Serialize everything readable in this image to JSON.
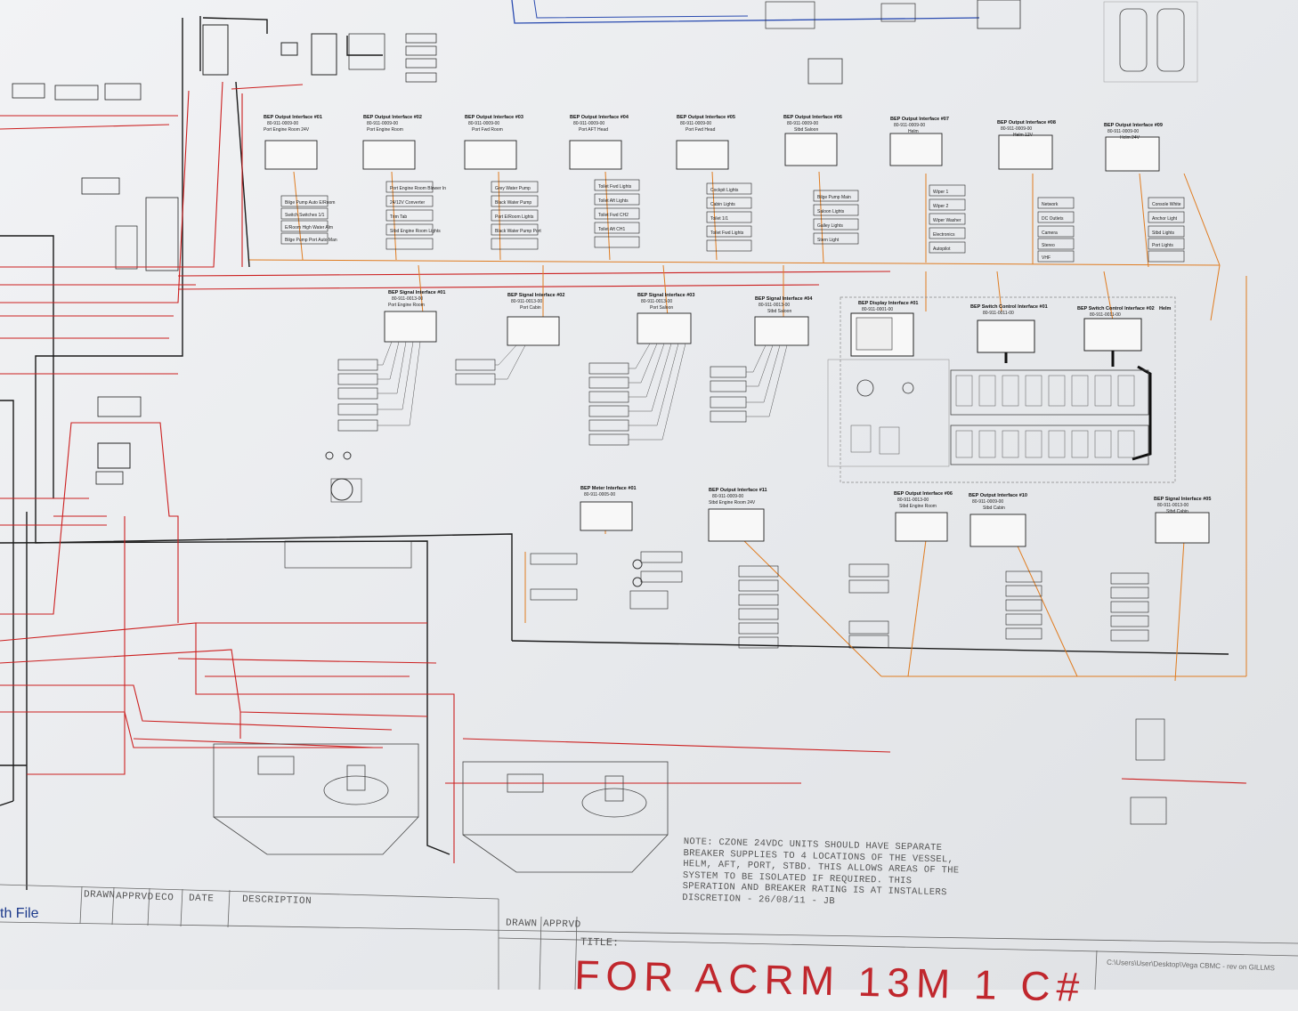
{
  "diagram": {
    "output_interfaces_top": [
      {
        "title": "BEP Output Interface #01",
        "part": "80-911-0009-00",
        "location": "Port Engine Room 24V",
        "rows": [
          "Bilge Pump Auto E/Room",
          "Switch Switches 1/1",
          "E/Room High Water Alm",
          "Bilge Pump Port Auto Man"
        ]
      },
      {
        "title": "BEP Output Interface #02",
        "part": "80-911-0009-00",
        "location": "Port Engine Room",
        "rows": [
          "Port Engine Room Blower In",
          "24/12V Converter",
          "Trim Tab",
          "Stbd Engine Room Lights"
        ]
      },
      {
        "title": "BEP Output Interface #03",
        "part": "80-911-0009-00",
        "location": "Port Fwd Room",
        "rows": [
          "Grey Water Pump",
          "Black Water Pump",
          "Port E/Room Lights",
          "Black Water Pump Port"
        ]
      },
      {
        "title": "BEP Output Interface #04",
        "part": "80-911-0009-00",
        "location": "Port AFT Head",
        "rows": [
          "Toilet Fwd Lights",
          "Toilet Aft Lights",
          "Toilet Fwd CH2",
          "Toilet Aft CH1"
        ]
      },
      {
        "title": "BEP Output Interface #05",
        "part": "80-911-0009-00",
        "location": "Port Fwd Head",
        "rows": [
          "Cockpit Lights",
          "Cabin Lights",
          "Toilet 1/1",
          "Toilet Fwd Lights"
        ]
      },
      {
        "title": "BEP Output Interface #06",
        "part": "80-911-0009-00",
        "location": "Stbd Saloon",
        "rows": [
          "Bilge Pump Main",
          "Saloon Lights",
          "Galley Lights",
          "Stern Light"
        ]
      },
      {
        "title": "BEP Output Interface #07",
        "part": "80-911-0009-00",
        "location": "Helm",
        "rows": [
          "Wiper 1",
          "Wiper 2",
          "Wiper Washer",
          "Electronics",
          "Autopilot"
        ]
      },
      {
        "title": "BEP Output Interface #08",
        "part": "80-911-0009-00",
        "location": "Helm 12V",
        "rows": [
          "Network",
          "DC Outlets",
          "Camera",
          "Stereo",
          "VHF"
        ]
      },
      {
        "title": "BEP Output Interface #09",
        "part": "80-911-0009-00",
        "location": "Helm 24V",
        "rows": [
          "Console White",
          "Anchor Light",
          "Stbd Lights",
          "Port Lights"
        ]
      }
    ],
    "signal_interfaces": [
      {
        "title": "BEP Signal Interface #01",
        "part": "80-911-0013-00",
        "location": "Port Engine Room"
      },
      {
        "title": "BEP Signal Interface #02",
        "part": "80-911-0013-00",
        "location": "Port Cabin"
      },
      {
        "title": "BEP Signal Interface #03",
        "part": "80-911-0013-00",
        "location": "Port Saloon"
      },
      {
        "title": "BEP Signal Interface #04",
        "part": "80-911-0013-00",
        "location": "Stbd Saloon"
      }
    ],
    "helm_units": [
      {
        "title": "BEP Display Interface #01",
        "part": "80-911-0001-00"
      },
      {
        "title": "BEP Switch Control Interface #01",
        "part": "80-911-0011-00"
      },
      {
        "title": "BEP Switch Control Interface #02",
        "part": "80-911-0011-00"
      }
    ],
    "helm_label": "Helm",
    "lower_units": [
      {
        "title": "BEP Meter Interface #01",
        "part": "80-911-0005-00"
      },
      {
        "title": "BEP Output Interface #11",
        "part": "80-911-0009-00",
        "location": "Stbd Engine Room 24V"
      },
      {
        "title": "BEP Output Interface #06",
        "part": "80-911-0013-00",
        "location": "Stbd Engine Room"
      },
      {
        "title": "BEP Output Interface #10",
        "part": "80-911-0009-00",
        "location": "Stbd Cabin"
      },
      {
        "title": "BEP Signal Interface #05",
        "part": "80-911-0013-00",
        "location": "Stbd Cabin"
      }
    ]
  },
  "note": {
    "lines": [
      "NOTE: CZONE 24VDC UNITS SHOULD HAVE SEPARATE",
      "BREAKER SUPPLIES TO 4 LOCATIONS OF THE VESSEL,",
      "HELM, AFT, PORT, STBD. THIS ALLOWS AREAS OF THE",
      "SYSTEM TO BE ISOLATED IF REQUIRED. THIS",
      "SPERATION AND BREAKER RATING IS AT INSTALLERS",
      "DISCRETION - 26/08/11 - JB"
    ]
  },
  "title_block": {
    "headers_upper": [
      "DRAWN",
      "APPRVD",
      "ECO",
      "DATE",
      "DESCRIPTION"
    ],
    "headers_lower": [
      "DRAWN",
      "APPRVD"
    ],
    "left_text": "th File",
    "title_label": "TITLE:",
    "title": "FOR ACRM 13M  1 C#",
    "file_path": "C:\\Users\\User\\Desktop\\Vega CBMC - rev on GILLMS"
  }
}
